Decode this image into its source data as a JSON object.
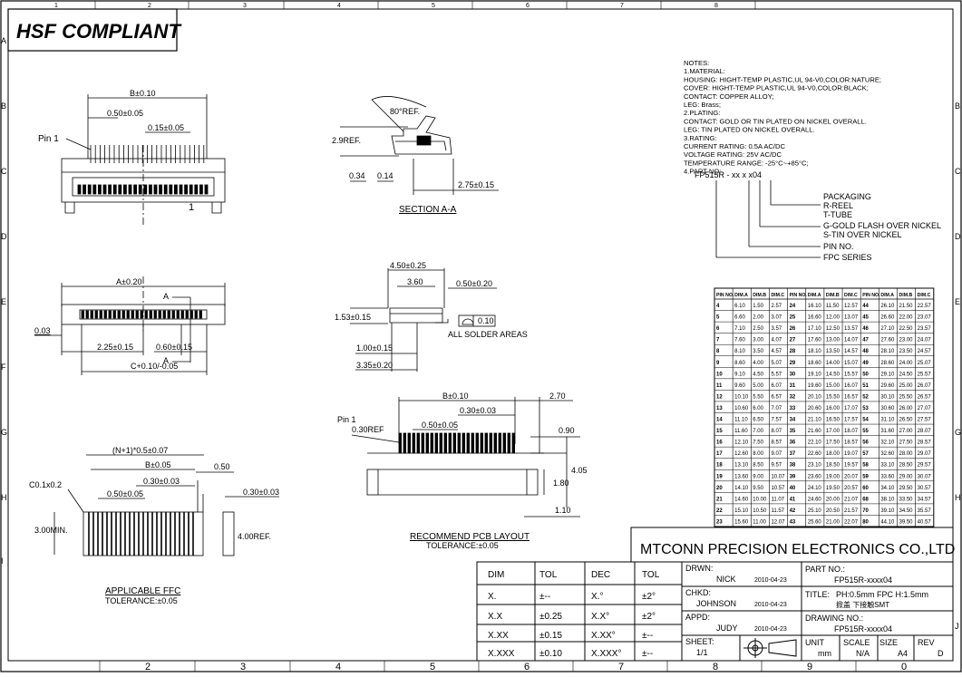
{
  "border": {
    "top_numbers": [
      "1",
      "2",
      "3",
      "4",
      "5",
      "6",
      "7",
      "8"
    ],
    "bottom_numbers": [
      "2",
      "3",
      "4",
      "5",
      "6",
      "7",
      "8",
      "9",
      "0"
    ],
    "left_letters": [
      "A",
      "B",
      "C",
      "D",
      "E",
      "F",
      "G",
      "H",
      "I"
    ],
    "right_letters": [
      "B",
      "C",
      "D",
      "E",
      "G",
      "H",
      "J"
    ]
  },
  "compliance_label": "HSF COMPLIANT",
  "notes": {
    "lines": [
      "NOTES:",
      "1.MATERIAL:",
      "   HOUSING: HIGHT-TEMP PLASTIC,UL 94-V0,COLOR:NATURE;",
      "   COVER: HIGHT-TEMP PLASTIC,UL 94-V0,COLOR:BLACK;",
      "   CONTACT: COPPER ALLOY;",
      "   LEG: Brass;",
      "2.PLATING:",
      "   CONTACT: GOLD OR TIN PLATED ON NICKEL OVERALL.",
      "   LEG: TIN PLATED ON NICKEL OVERALL.",
      "3.RATING:",
      "   CURRENT RATING: 0.5A AC/DC",
      "   VOLTAGE RATING: 25V AC/DC",
      "   TEMPERATURE RANGE: -25°C~+85°C;",
      "4.PART NO:"
    ],
    "part_code": "FP515R - xx x x04",
    "legend": [
      "PACKAGING",
      "R-REEL",
      "T-TUBE",
      "G-GOLD FLASH OVER NICKEL",
      "S-TIN OVER NICKEL",
      "PIN NO.",
      "FPC SERIES"
    ]
  },
  "top_view": {
    "dim_b": "B±0.10",
    "pitch": "0.50±0.05",
    "dim_015": "0.15±0.05",
    "pin1": "Pin 1",
    "one": "1"
  },
  "section_view": {
    "angle": "80°REF.",
    "height": "2.9REF.",
    "d034": "0.34",
    "d014": "0.14",
    "d275": "2.75±0.15",
    "title": "SECTION A-A"
  },
  "front_view": {
    "dim_a": "A±0.20",
    "a1": "A",
    "a2": "A",
    "d003": "0.03",
    "d225": "2.25±0.15",
    "d060": "0.60±0.15",
    "dim_c": "C+0.10/-0.05"
  },
  "side_view": {
    "d450": "4.50±0.25",
    "d360": "3.60",
    "d050": "0.50±0.20",
    "d153": "1.53±0.15",
    "flat": "0.10",
    "solder": "ALL SOLDER AREAS",
    "d100": "1.00±0.15",
    "d335": "3.35±0.20"
  },
  "pcb_layout": {
    "dim_b": "B±0.10",
    "d270": "2.70",
    "pin1": "Pin 1",
    "d030ref": "0.30REF",
    "d050": "0.50±0.05",
    "d030": "0.30±0.03",
    "d090": "0.90",
    "d405": "4.05",
    "d180": "1.80",
    "d110": "1.10",
    "title": "RECOMMEND PCB LAYOUT",
    "tol": "TOLERANCE:±0.05"
  },
  "ffc": {
    "dim_n": "(N+1)*0.5±0.07",
    "dim_b": "B±0.05",
    "d030": "0.30±0.03",
    "d050": "0.50",
    "d030b": "0.30±0.03",
    "chamfer": "C0.1x0.2",
    "pitch": "0.50±0.05",
    "min": "3.00MIN.",
    "ref": "4.00REF.",
    "title": "APPLICABLE FFC",
    "tol": "TOLERANCE:±0.05"
  },
  "pin_table": {
    "headers": [
      "PIN NO.",
      "DIM.A",
      "DIM.B",
      "DIM.C"
    ],
    "rows": [
      [
        "4",
        "6.10",
        "1.50",
        "2.57",
        "24",
        "16.10",
        "11.50",
        "12.57",
        "44",
        "26.10",
        "21.50",
        "22.57"
      ],
      [
        "5",
        "6.60",
        "2.00",
        "3.07",
        "25",
        "16.60",
        "12.00",
        "13.07",
        "45",
        "26.60",
        "22.00",
        "23.07"
      ],
      [
        "6",
        "7.10",
        "2.50",
        "3.57",
        "26",
        "17.10",
        "12.50",
        "13.57",
        "46",
        "27.10",
        "22.50",
        "23.57"
      ],
      [
        "7",
        "7.60",
        "3.00",
        "4.07",
        "27",
        "17.60",
        "13.00",
        "14.07",
        "47",
        "27.60",
        "23.00",
        "24.07"
      ],
      [
        "8",
        "8.10",
        "3.50",
        "4.57",
        "28",
        "18.10",
        "13.50",
        "14.57",
        "48",
        "28.10",
        "23.50",
        "24.57"
      ],
      [
        "9",
        "8.60",
        "4.00",
        "5.07",
        "29",
        "18.60",
        "14.00",
        "15.07",
        "49",
        "28.60",
        "24.00",
        "25.07"
      ],
      [
        "10",
        "9.10",
        "4.50",
        "5.57",
        "30",
        "19.10",
        "14.50",
        "15.57",
        "50",
        "29.10",
        "24.50",
        "25.57"
      ],
      [
        "11",
        "9.60",
        "5.00",
        "6.07",
        "31",
        "19.60",
        "15.00",
        "16.07",
        "51",
        "29.60",
        "25.00",
        "26.07"
      ],
      [
        "12",
        "10.10",
        "5.50",
        "6.57",
        "32",
        "20.10",
        "15.50",
        "16.57",
        "52",
        "30.10",
        "25.50",
        "26.57"
      ],
      [
        "13",
        "10.60",
        "6.00",
        "7.07",
        "33",
        "20.60",
        "16.00",
        "17.07",
        "53",
        "30.60",
        "26.00",
        "27.07"
      ],
      [
        "14",
        "11.10",
        "6.50",
        "7.57",
        "34",
        "21.10",
        "16.50",
        "17.57",
        "54",
        "31.10",
        "26.50",
        "27.57"
      ],
      [
        "15",
        "11.60",
        "7.00",
        "8.07",
        "35",
        "21.60",
        "17.00",
        "18.07",
        "55",
        "31.60",
        "27.00",
        "28.07"
      ],
      [
        "16",
        "12.10",
        "7.50",
        "8.57",
        "36",
        "22.10",
        "17.50",
        "18.57",
        "56",
        "32.10",
        "27.50",
        "28.57"
      ],
      [
        "17",
        "12.60",
        "8.00",
        "9.07",
        "37",
        "22.60",
        "18.00",
        "19.07",
        "57",
        "32.60",
        "28.00",
        "29.07"
      ],
      [
        "18",
        "13.10",
        "8.50",
        "9.57",
        "38",
        "23.10",
        "18.50",
        "19.57",
        "58",
        "33.10",
        "28.50",
        "29.57"
      ],
      [
        "19",
        "13.60",
        "9.00",
        "10.07",
        "39",
        "23.60",
        "19.00",
        "20.07",
        "59",
        "33.60",
        "29.00",
        "30.07"
      ],
      [
        "20",
        "14.10",
        "9.50",
        "10.57",
        "40",
        "24.10",
        "19.50",
        "20.57",
        "60",
        "34.10",
        "29.50",
        "30.57"
      ],
      [
        "21",
        "14.60",
        "10.00",
        "11.07",
        "41",
        "24.60",
        "20.00",
        "21.07",
        "68",
        "38.10",
        "33.50",
        "34.57"
      ],
      [
        "22",
        "15.10",
        "10.50",
        "11.57",
        "42",
        "25.10",
        "20.50",
        "21.57",
        "70",
        "39.10",
        "34.50",
        "35.57"
      ],
      [
        "23",
        "15.60",
        "11.00",
        "12.07",
        "43",
        "25.60",
        "21.00",
        "22.07",
        "80",
        "44.10",
        "39.50",
        "40.57"
      ]
    ]
  },
  "tolerance_table": {
    "headers": [
      "DIM",
      "TOL",
      "DEC",
      "TOL"
    ],
    "rows": [
      [
        "X.",
        "±--",
        "X.°",
        "±2°"
      ],
      [
        "X.X",
        "±0.25",
        "X.X°",
        "±2°"
      ],
      [
        "X.XX",
        "±0.15",
        "X.XX°",
        "±--"
      ],
      [
        "X.XXX",
        "±0.10",
        "X.XXX°",
        "±--"
      ]
    ]
  },
  "title_block": {
    "company": "MTCONN PRECISION ELECTRONICS CO.,LTD",
    "drwn_label": "DRWN:",
    "drwn_name": "NICK",
    "drwn_date": "2010-04-23",
    "chkd_label": "CHKD:",
    "chkd_name": "JOHNSON",
    "chkd_date": "2010-04-23",
    "appd_label": "APPD:",
    "appd_name": "JUDY",
    "appd_date": "2010-04-23",
    "sheet_label": "SHEET:",
    "sheet_value": "1/1",
    "part_label": "PART NO.:",
    "part_value": "FP515R-xxxx04",
    "title_label": "TITLE:",
    "title_value": "PH:0.5mm FPC H:1.5mm",
    "title_sub": "掀盖 下接触SMT",
    "drawing_label": "DRAWING NO.:",
    "drawing_value": "FP515R-xxxx04",
    "unit_label": "UNIT",
    "unit_value": "mm",
    "scale_label": "SCALE",
    "scale_value": "N/A",
    "size_label": "SIZE",
    "size_value": "A4",
    "rev_label": "REV",
    "rev_value": "D"
  }
}
